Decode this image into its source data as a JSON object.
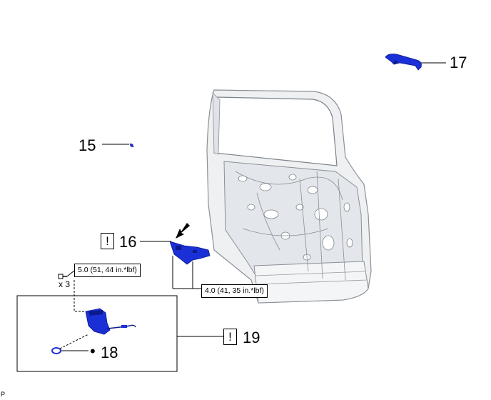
{
  "callouts": {
    "c15": "15",
    "c16": "16",
    "c17": "17",
    "c18": "18",
    "c19": "19"
  },
  "caution_mark": "!",
  "bullet": "•",
  "torque_upper": "5.0 (51, 44 in.*lbf)",
  "torque_lower": "4.0 (41, 35 in.*lbf)",
  "bolt_qty": "x 3",
  "corner_code": "P",
  "colors": {
    "part_blue": "#1a2fd6",
    "part_dark": "#0b1a8c",
    "door_fill": "#eef0f2",
    "door_line": "#8a9098"
  }
}
